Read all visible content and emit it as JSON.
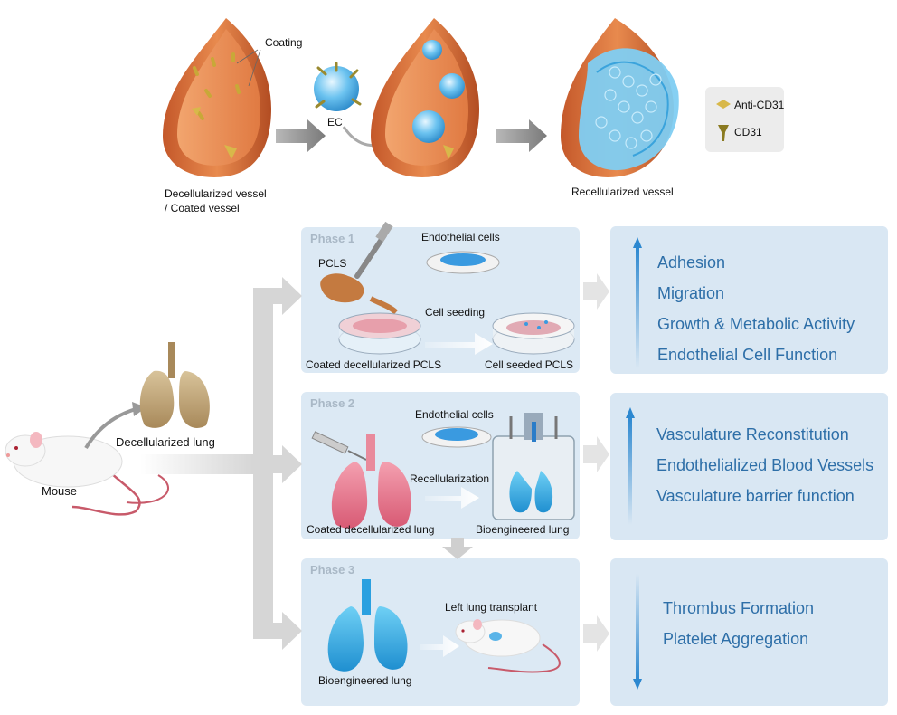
{
  "top": {
    "coating_label": "Coating",
    "ec_label": "EC",
    "decell_label_1": "Decellularized vessel",
    "decell_label_2": "/ Coated vessel",
    "recell_label": "Recellularized vessel",
    "legend": [
      {
        "label": "Anti-CD31",
        "icon": "anti-cd31-icon"
      },
      {
        "label": "CD31",
        "icon": "cd31-icon"
      }
    ]
  },
  "left": {
    "mouse_label": "Mouse",
    "lung_label": "Decellularized lung"
  },
  "phase1": {
    "title": "Phase 1",
    "pcls": "PCLS",
    "endothelial": "Endothelial cells",
    "seeding": "Cell seeding",
    "coated": "Coated decellularized PCLS",
    "seeded": "Cell seeded PCLS"
  },
  "phase2": {
    "title": "Phase 2",
    "endothelial": "Endothelial cells",
    "recell": "Recellularization",
    "coated": "Coated decellularized lung",
    "bioeng": "Bioengineered lung"
  },
  "phase3": {
    "title": "Phase 3",
    "transplant": "Left lung transplant",
    "bioeng": "Bioengineered lung"
  },
  "outcomes1": {
    "direction": "up",
    "items": [
      "Adhesion",
      "Migration",
      "Growth & Metabolic Activity",
      "Endothelial Cell Function"
    ]
  },
  "outcomes2": {
    "direction": "up",
    "items": [
      "Vasculature Reconstitution",
      "Endothelialized Blood Vessels",
      "Vasculature barrier function"
    ]
  },
  "outcomes3": {
    "direction": "down",
    "items": [
      "Thrombus Formation",
      "Platelet Aggregation"
    ]
  },
  "colors": {
    "vessel": "#d9713a",
    "cell": "#5ab4e8",
    "panel": "#dce9f4",
    "text_blue": "#2e6fa8",
    "arrow_gray": "#d4d4d4"
  }
}
